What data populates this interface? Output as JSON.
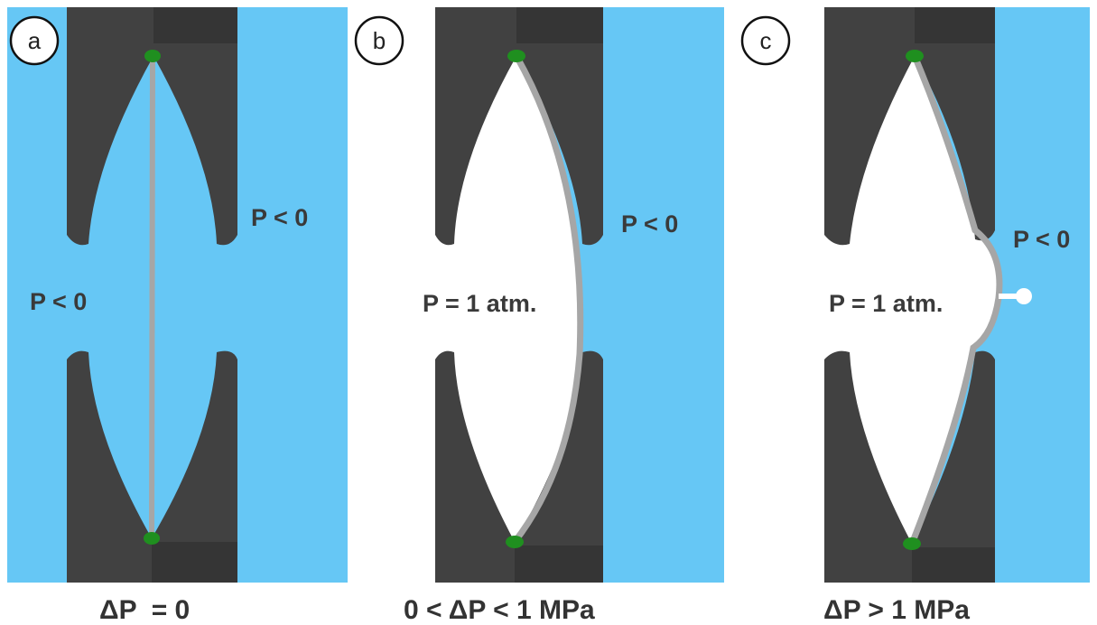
{
  "panels": [
    {
      "letter": "a",
      "right_pressure": "P < 0",
      "left_pressure": "P < 0",
      "caption": "ΔP  = 0"
    },
    {
      "letter": "b",
      "right_pressure": "P < 0",
      "left_pressure": "P = 1 atm.",
      "caption": "0 < ΔP < 1 MPa"
    },
    {
      "letter": "c",
      "right_pressure": "P < 0",
      "left_pressure": "P = 1 atm.",
      "caption": "ΔP > 1 MPa"
    }
  ],
  "colors": {
    "water": "#66c7f5",
    "cell_wall": "#414141",
    "cell_wall_dark": "#353535",
    "membrane": "#a6a6a6",
    "anchor": "#1f8f1f",
    "air": "#ffffff"
  }
}
